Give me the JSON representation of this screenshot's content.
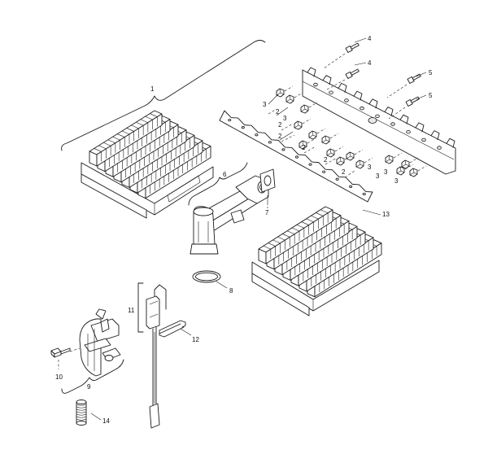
{
  "callouts": [
    {
      "id": "c1",
      "text": "1"
    },
    {
      "id": "c2a",
      "text": "2"
    },
    {
      "id": "c2b",
      "text": "2"
    },
    {
      "id": "c2c",
      "text": "2"
    },
    {
      "id": "c2d",
      "text": "2"
    },
    {
      "id": "c2e",
      "text": "2"
    },
    {
      "id": "c2f",
      "text": "2"
    },
    {
      "id": "c3a",
      "text": "3"
    },
    {
      "id": "c3b",
      "text": "3"
    },
    {
      "id": "c3c",
      "text": "3"
    },
    {
      "id": "c3d",
      "text": "3"
    },
    {
      "id": "c3e",
      "text": "3"
    },
    {
      "id": "c3f",
      "text": "3"
    },
    {
      "id": "c4a",
      "text": "4"
    },
    {
      "id": "c4b",
      "text": "4"
    },
    {
      "id": "c5a",
      "text": "5"
    },
    {
      "id": "c5b",
      "text": "5"
    },
    {
      "id": "c6",
      "text": "6"
    },
    {
      "id": "c7",
      "text": "7"
    },
    {
      "id": "c8",
      "text": "8"
    },
    {
      "id": "c9",
      "text": "9"
    },
    {
      "id": "c10",
      "text": "10"
    },
    {
      "id": "c11",
      "text": "11"
    },
    {
      "id": "c12",
      "text": "12"
    },
    {
      "id": "c13",
      "text": "13"
    },
    {
      "id": "c14",
      "text": "14"
    }
  ]
}
